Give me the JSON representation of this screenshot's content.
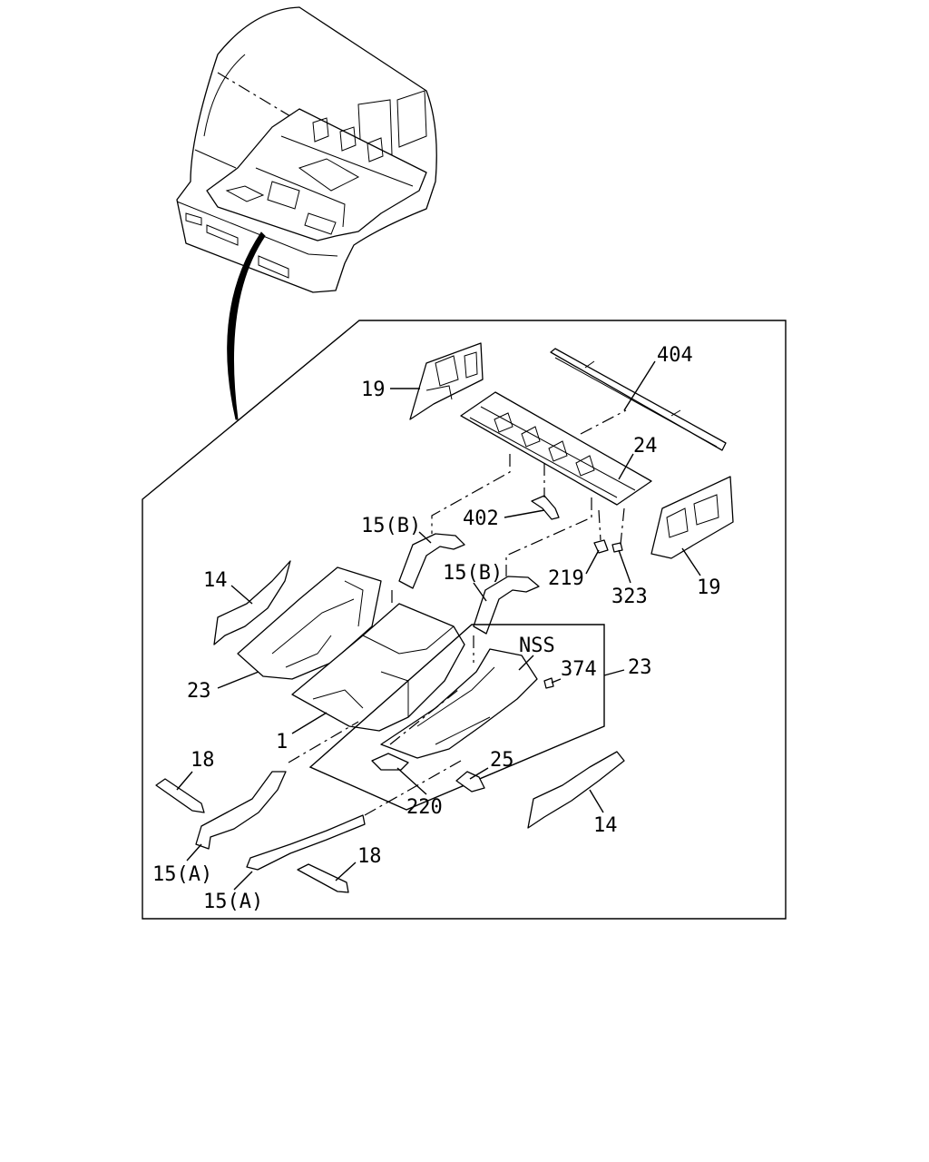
{
  "diagram": {
    "labels": {
      "l404": "404",
      "l19_top": "19",
      "l24": "24",
      "l402": "402",
      "l15b_left": "15(B)",
      "l15b_right": "15(B)",
      "l219": "219",
      "l323": "323",
      "l19_right": "19",
      "l14_left": "14",
      "l23_left": "23",
      "nss": "NSS",
      "l374": "374",
      "l23_right": "23",
      "l1": "1",
      "l18_left": "18",
      "l25": "25",
      "l220": "220",
      "l14_right": "14",
      "l15a_left": "15(A)",
      "l18_bottom": "18",
      "l15a_bottom": "15(A)"
    }
  }
}
